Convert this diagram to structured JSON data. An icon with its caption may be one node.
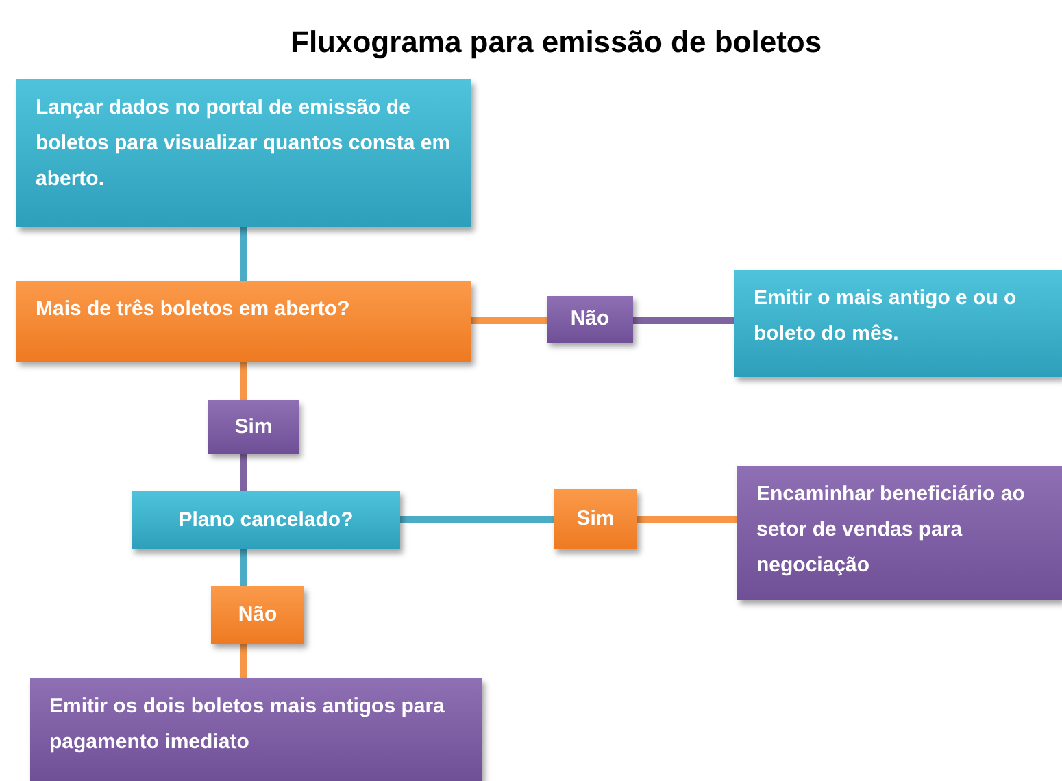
{
  "diagram": {
    "title": "Fluxograma para emissão de boletos",
    "nodes": [
      {
        "text": [
          "Lançar dados no portal de emissão de boletos para visualizar quantos consta em aberto."
        ]
      },
      {
        "text": [
          "Mais de três boletos em aberto?"
        ]
      },
      {
        "text": [
          "Não"
        ]
      },
      {
        "text": [
          "Emitir o mais antigo e ou o boleto do mês."
        ]
      },
      {
        "text": [
          "Sim"
        ]
      },
      {
        "text": [
          "Plano cancelado?"
        ]
      },
      {
        "text": [
          "Sim"
        ]
      },
      {
        "text": [
          "Encaminhar beneficiário ao setor de vendas para negociação"
        ]
      },
      {
        "text": [
          "Não"
        ]
      },
      {
        "text": [
          "Emitir os dois boletos mais antigos para pagamento imediato"
        ]
      }
    ],
    "edges": [
      {
        "from": 0,
        "to": 1,
        "arrow": "none",
        "color": "#4bacc6"
      },
      {
        "from": 1,
        "to": 2,
        "arrow": "none",
        "color": "#f79646"
      },
      {
        "from": 2,
        "to": 3,
        "arrow": "none",
        "color": "#8064a2"
      },
      {
        "from": 1,
        "to": 4,
        "arrow": "none",
        "color": "#f79646"
      },
      {
        "from": 4,
        "to": 5,
        "arrow": "none",
        "color": "#8064a2"
      },
      {
        "from": 5,
        "to": 6,
        "arrow": "none",
        "color": "#4bacc6"
      },
      {
        "from": 6,
        "to": 7,
        "arrow": "none",
        "color": "#f79646"
      },
      {
        "from": 5,
        "to": 8,
        "arrow": "none",
        "color": "#4bacc6"
      },
      {
        "from": 8,
        "to": 9,
        "arrow": "none",
        "color": "#f79646"
      }
    ]
  }
}
